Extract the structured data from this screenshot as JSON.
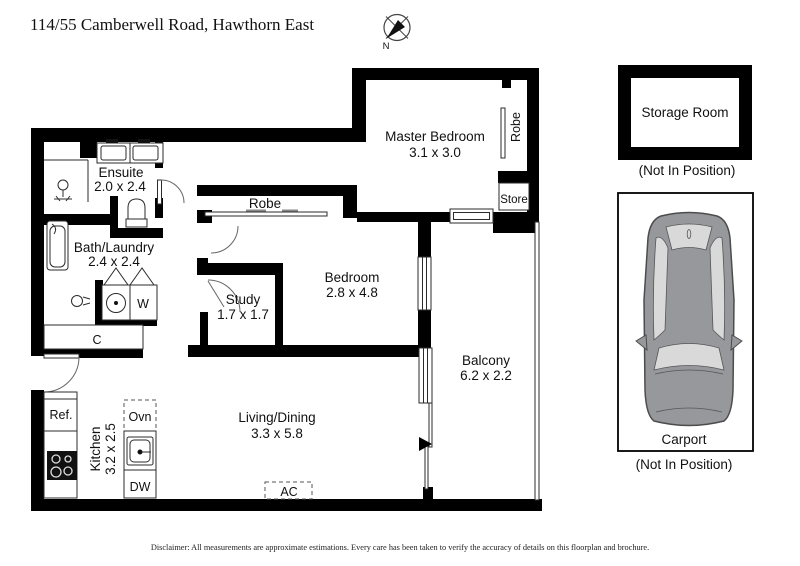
{
  "header": {
    "title": "114/55 Camberwell Road, Hawthorn East"
  },
  "compass": {
    "north_label": "N"
  },
  "floorplan": {
    "ensuite": {
      "name": "Ensuite",
      "dims": "2.0 x 2.4"
    },
    "bath_laundry": {
      "name": "Bath/Laundry",
      "dims": "2.4 x 2.4"
    },
    "master_bedroom": {
      "name": "Master Bedroom",
      "dims": "3.1 x 3.0"
    },
    "master_robe": {
      "name": "Robe"
    },
    "store": {
      "name": "Store"
    },
    "hall_robe": {
      "name": "Robe"
    },
    "study": {
      "name": "Study",
      "dims": "1.7 x 1.7"
    },
    "bedroom": {
      "name": "Bedroom",
      "dims": "2.8 x 4.8"
    },
    "balcony": {
      "name": "Balcony",
      "dims": "6.2 x 2.2"
    },
    "living_dining": {
      "name": "Living/Dining",
      "dims": "3.3 x 5.8"
    },
    "kitchen": {
      "name": "Kitchen",
      "dims": "3.2 x 2.5"
    },
    "fixtures": {
      "fridge": "Ref.",
      "oven": "Ovn",
      "dishwasher": "DW",
      "washer": "W",
      "cupboard": "C",
      "air_conditioner": "AC"
    }
  },
  "annex": {
    "storage_room": {
      "name": "Storage Room",
      "note": "(Not In Position)"
    },
    "carport": {
      "name": "Carport",
      "note": "(Not In Position)"
    }
  },
  "disclaimer": "Disclaimer: All measurements are approximate estimations. Every care has been taken to verify the accuracy of details on this floorplan and brochure.",
  "colors": {
    "wall": "#000000",
    "car_body": "#97989c",
    "car_glass": "#d9d9d9",
    "background": "#ffffff"
  }
}
